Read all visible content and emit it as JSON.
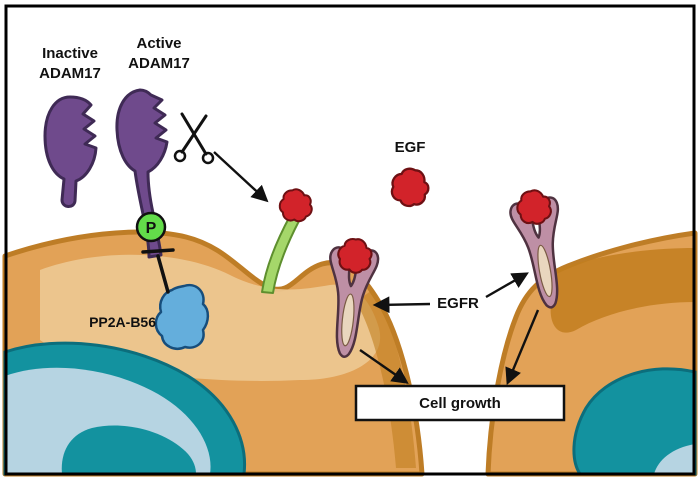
{
  "diagram": {
    "type": "cell-signaling-pathway",
    "labels": {
      "inactive_adam17_l1": "Inactive",
      "inactive_adam17_l2": "ADAM17",
      "active_adam17_l1": "Active",
      "active_adam17_l2": "ADAM17",
      "egf": "EGF",
      "egfr": "EGFR",
      "pp2a": "PP2A-B56",
      "phospho": "P",
      "cell_growth": "Cell growth"
    },
    "colors": {
      "adam17_purple": "#6F4A8C",
      "adam17_outline": "#3F2A55",
      "cell_orange": "#E2A257",
      "cell_border": "#BE7D26",
      "cell_light": "#EDC994",
      "cell_dark_patch": "#C27E1F",
      "nucleus_teal": "#13929F",
      "nucleus_outline": "#0C6E7C",
      "nucleus_light": "#B6D4E2",
      "egf_red": "#D2232A",
      "egf_outline": "#6E1013",
      "stalk_green": "#A5D76A",
      "stalk_outline": "#5E8F2E",
      "phospho_green": "#63DC4A",
      "egfr_mauve": "#BE8FA5",
      "egfr_inner": "#E9D6BE",
      "egfr_outline": "#4F3240",
      "pp2a_blue": "#64AEDC",
      "pp2a_outline": "#174E7C",
      "frame_black": "#000000",
      "box_white": "#FFFFFF"
    }
  }
}
